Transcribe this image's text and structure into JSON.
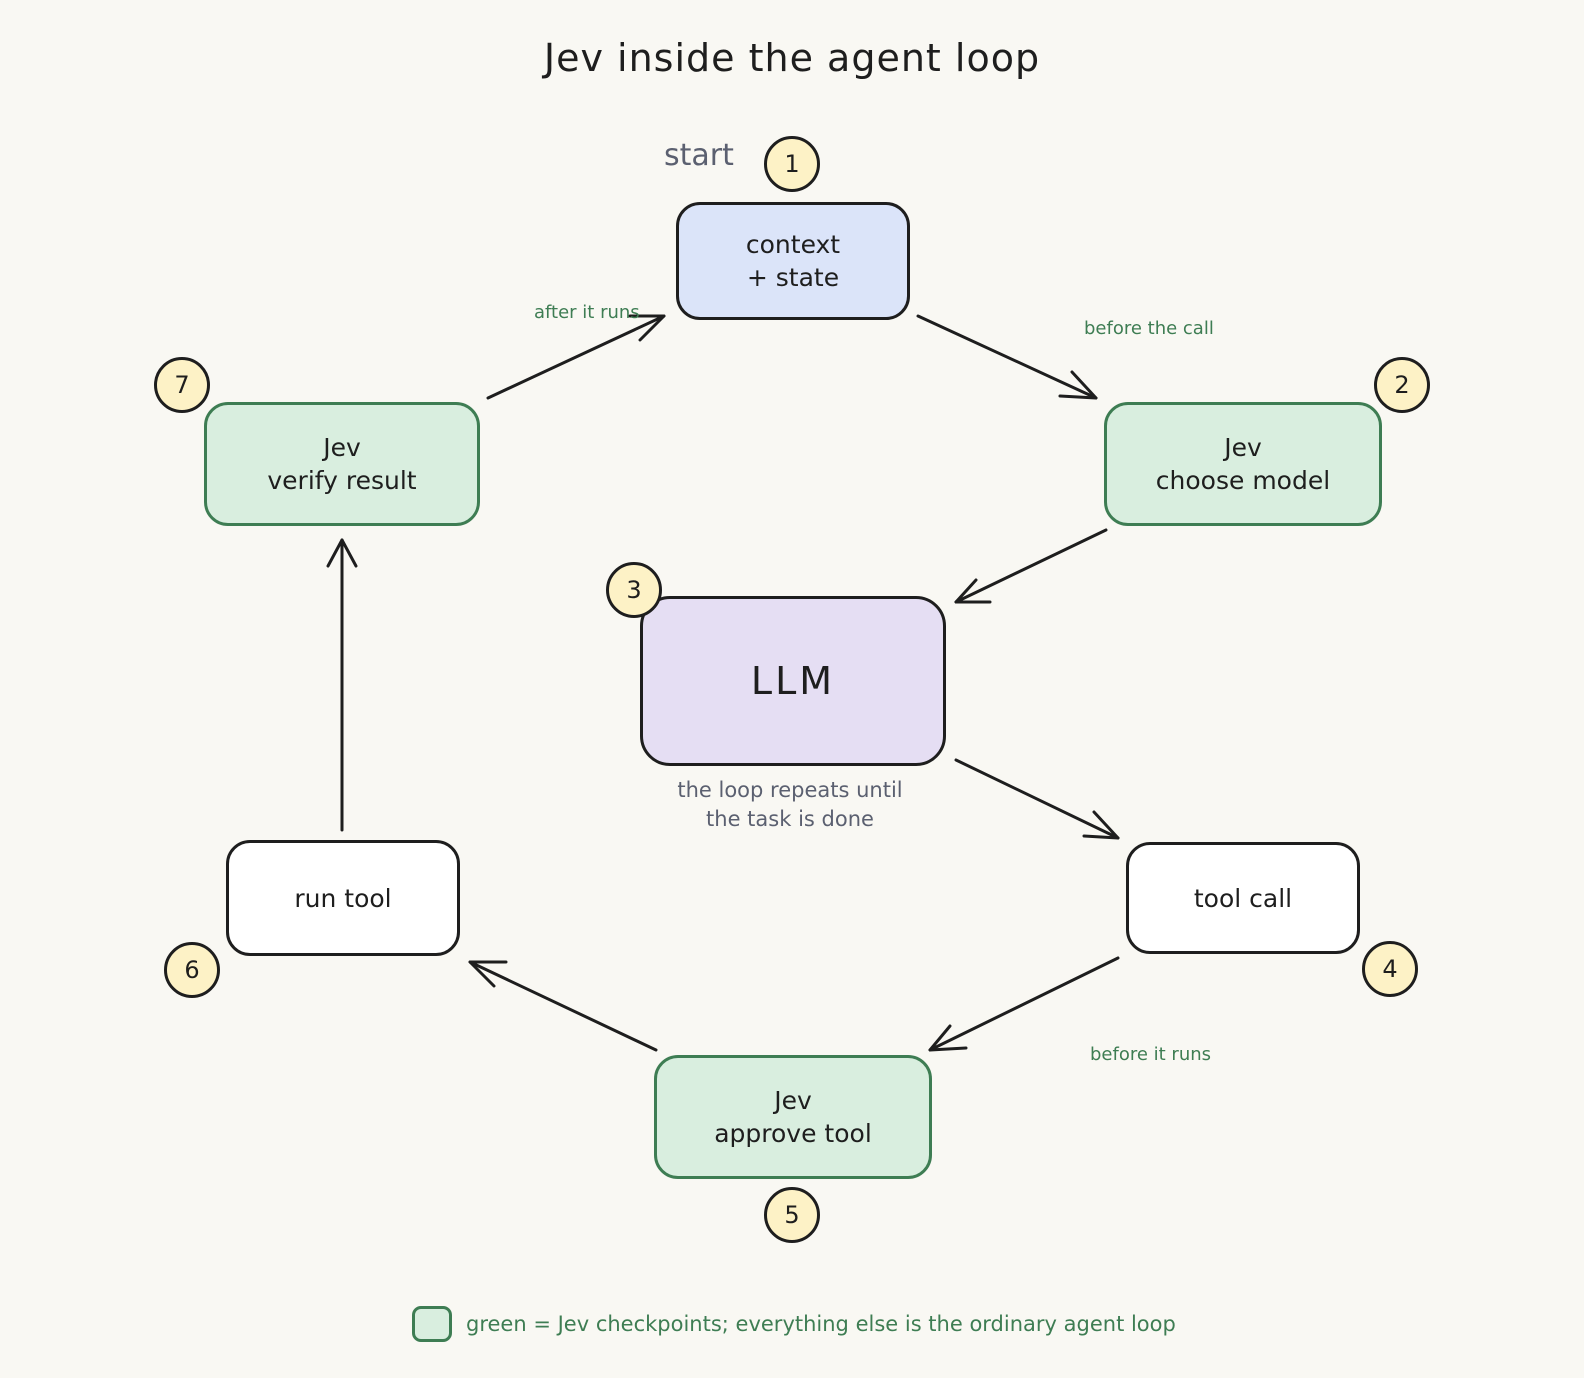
{
  "title": "Jev inside the agent loop",
  "start_label": "start",
  "nodes": {
    "context": {
      "line1": "context",
      "line2": "+ state",
      "badge": "1"
    },
    "choose_model": {
      "line1": "Jev",
      "line2": "choose model",
      "badge": "2"
    },
    "llm": {
      "label": "LLM",
      "badge": "3"
    },
    "tool_call": {
      "label": "tool call",
      "badge": "4"
    },
    "approve_tool": {
      "line1": "Jev",
      "line2": "approve tool",
      "badge": "5"
    },
    "run_tool": {
      "label": "run tool",
      "badge": "6"
    },
    "verify_result": {
      "line1": "Jev",
      "line2": "verify result",
      "badge": "7"
    }
  },
  "edge_labels": {
    "before_call": "before the call",
    "before_runs": "before it runs",
    "after_runs": "after it runs"
  },
  "caption": {
    "line1": "the loop repeats until",
    "line2": "the task is done"
  },
  "legend": {
    "text": "green = Jev checkpoints; everything else is the ordinary agent loop"
  },
  "colors": {
    "checkpoint_fill": "#d9eedf",
    "checkpoint_border": "#3e7d53",
    "context_fill": "#dbe4f9",
    "llm_fill": "#e5def3",
    "badge_fill": "#fdf2c6",
    "background": "#f9f8f3"
  }
}
